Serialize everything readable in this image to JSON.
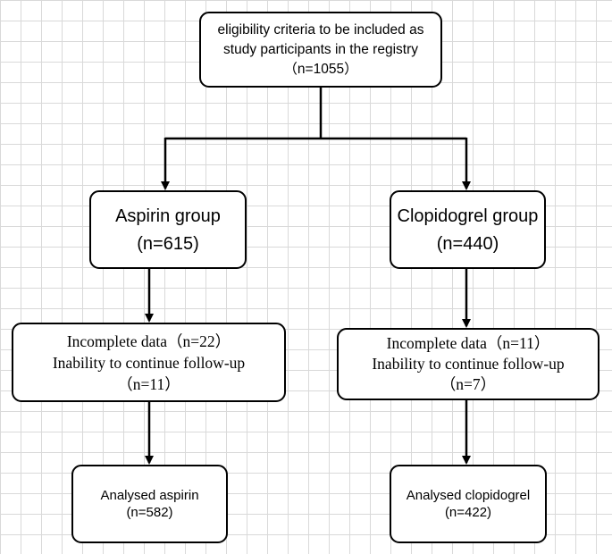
{
  "flowchart": {
    "top": {
      "line1": "eligibility criteria to be included as",
      "line2": "study participants in the registry",
      "line3": "（n=1055）"
    },
    "aspirin": {
      "name": "Aspirin group",
      "count": "(n=615)"
    },
    "clopidogrel": {
      "name": "Clopidogrel group",
      "count": "(n=440)"
    },
    "exclusion_left": {
      "line1": "Incomplete data（n=22）",
      "line2": "Inability to continue follow-up",
      "line3": "（n=11）"
    },
    "exclusion_right": {
      "line1": "Incomplete data（n=11）",
      "line2": "Inability to continue follow-up",
      "line3": "（n=7）"
    },
    "analysed_left": {
      "line1": "Analysed aspirin",
      "line2": "(n=582)"
    },
    "analysed_right": {
      "line1": "Analysed clopidogrel",
      "line2": "(n=422)"
    }
  },
  "colors": {
    "stroke": "#000000",
    "box_fill": "#ffffff",
    "grid": "#d9d9d9"
  }
}
